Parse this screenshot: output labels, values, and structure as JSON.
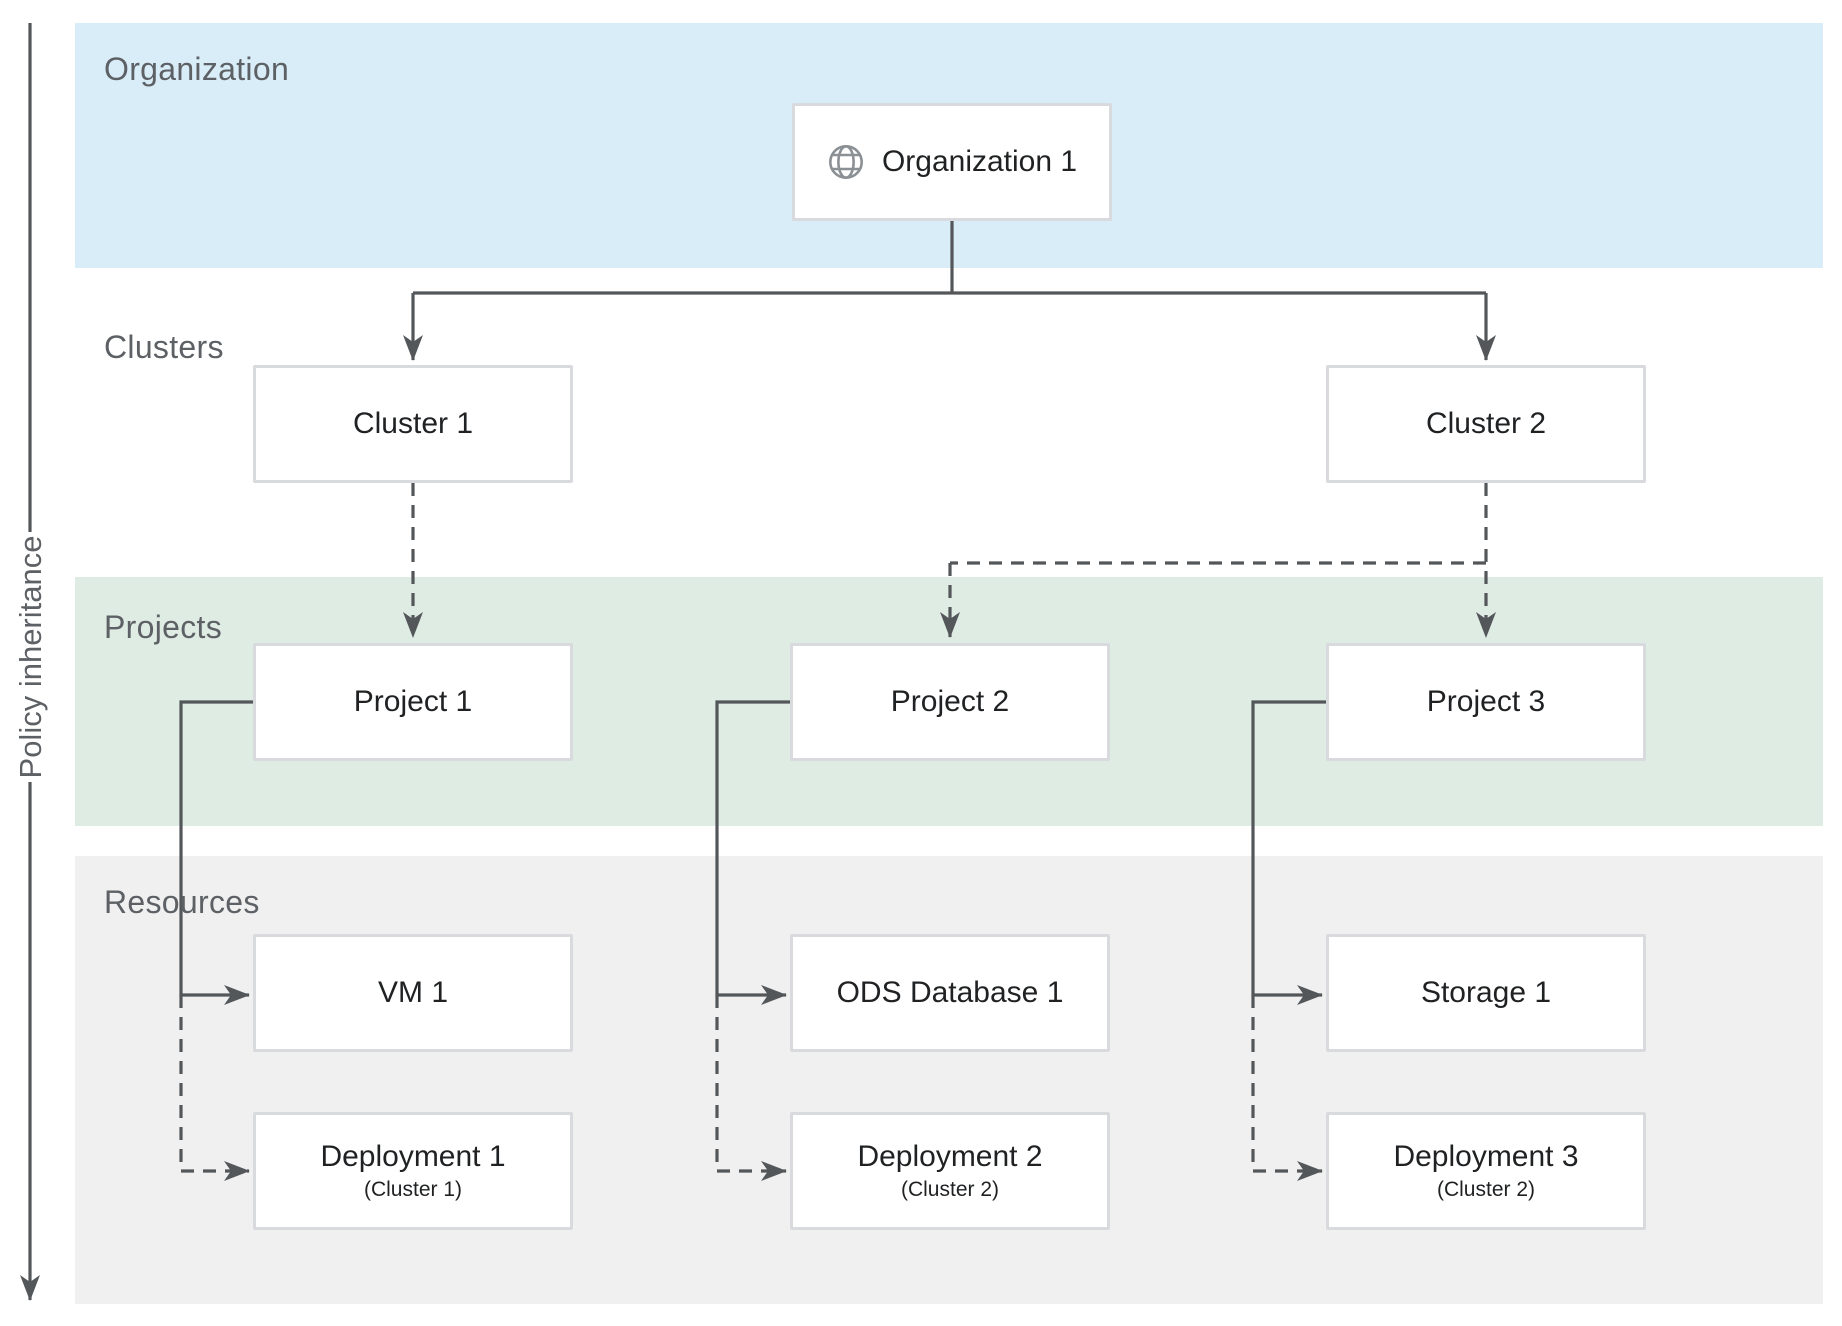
{
  "diagram": {
    "axis": {
      "label": "Policy inheritance"
    },
    "bands": [
      {
        "label": "Organization"
      },
      {
        "label": "Clusters"
      },
      {
        "label": "Projects"
      },
      {
        "label": "Resources"
      }
    ],
    "nodes": {
      "organization1": {
        "label": "Organization 1",
        "icon": "globe-icon"
      },
      "cluster1": {
        "label": "Cluster 1"
      },
      "cluster2": {
        "label": "Cluster 2"
      },
      "project1": {
        "label": "Project 1"
      },
      "project2": {
        "label": "Project 2"
      },
      "project3": {
        "label": "Project 3"
      },
      "vm1": {
        "label": "VM 1"
      },
      "odsDatabase1": {
        "label": "ODS Database 1"
      },
      "storage1": {
        "label": "Storage 1"
      },
      "deployment1": {
        "label": "Deployment 1",
        "sublabel": "(Cluster 1)"
      },
      "deployment2": {
        "label": "Deployment 2",
        "sublabel": "(Cluster 2)"
      },
      "deployment3": {
        "label": "Deployment 3",
        "sublabel": "(Cluster 2)"
      }
    },
    "colors": {
      "organization_band": "#d9edf8",
      "projects_band": "#dfece4",
      "resources_band": "#f0f0f0",
      "connector": "#54575a",
      "node_border": "#d8dade",
      "node_text": "#1f2123",
      "band_label": "#5d6165",
      "globe": "#8b9095"
    }
  }
}
